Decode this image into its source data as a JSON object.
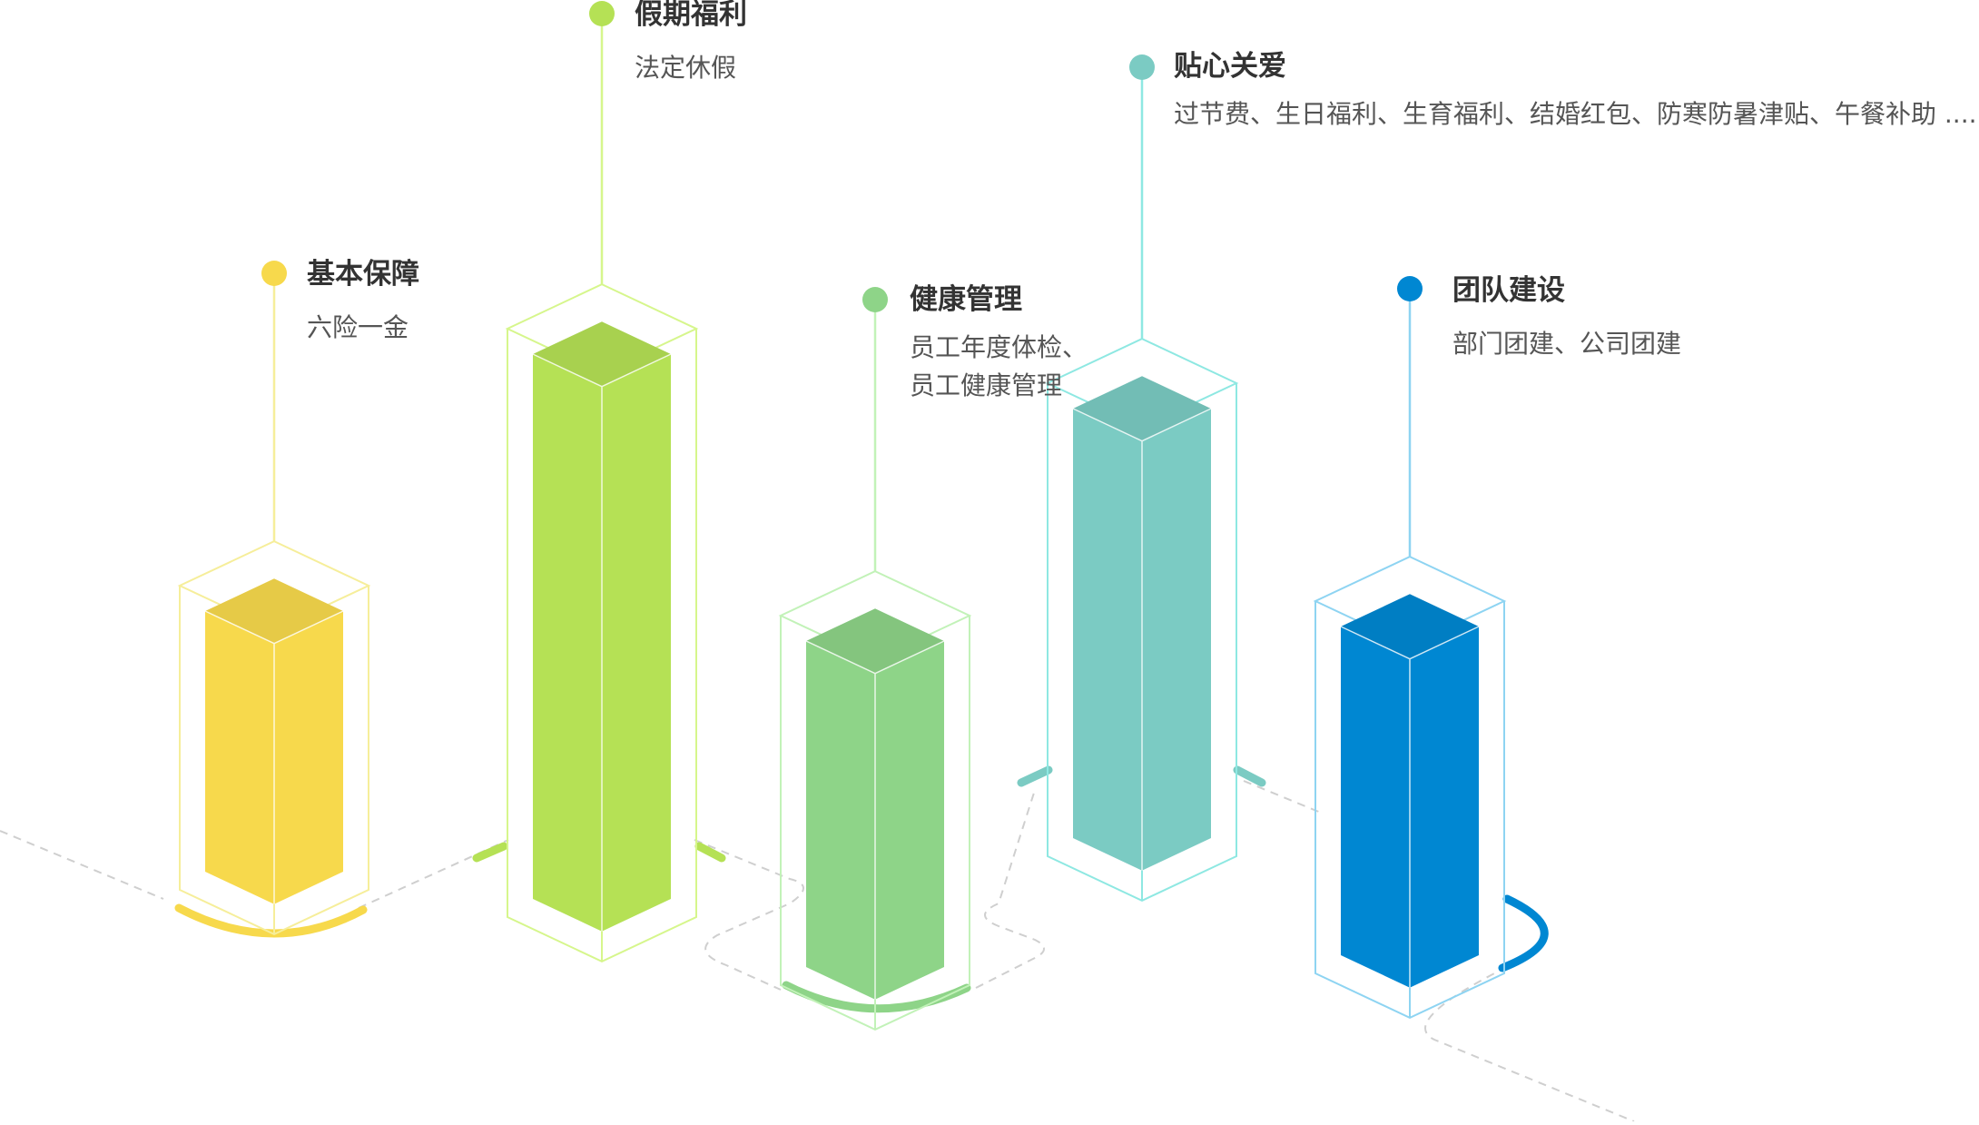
{
  "benefits": [
    {
      "title": "基本保障",
      "desc": [
        "六险一金"
      ],
      "color": "#F7D94C",
      "frame": "#F6EE9A",
      "arc": "#F7D94C"
    },
    {
      "title": "假期福利",
      "desc": [
        "法定休假"
      ],
      "color": "#B5E155",
      "frame": "#D6F68C",
      "arc": "#B5E155"
    },
    {
      "title": "健康管理",
      "desc": [
        "员工年度体检、",
        "员工健康管理"
      ],
      "color": "#8ED488",
      "frame": "#C2F2B8",
      "arc": "#8ED488"
    },
    {
      "title": "贴心关爱",
      "desc": [
        "过节费、生日福利、生育福利、结婚红包、防寒防暑津贴、午餐补助 ...."
      ],
      "color": "#7BCBC3",
      "frame": "#8EE8E2",
      "arc": "#7BCBC3"
    },
    {
      "title": "团队建设",
      "desc": [
        "部门团建、公司团建"
      ],
      "color": "#0087D2",
      "frame": "#8ED4F2",
      "arc": "#0087D2"
    }
  ]
}
